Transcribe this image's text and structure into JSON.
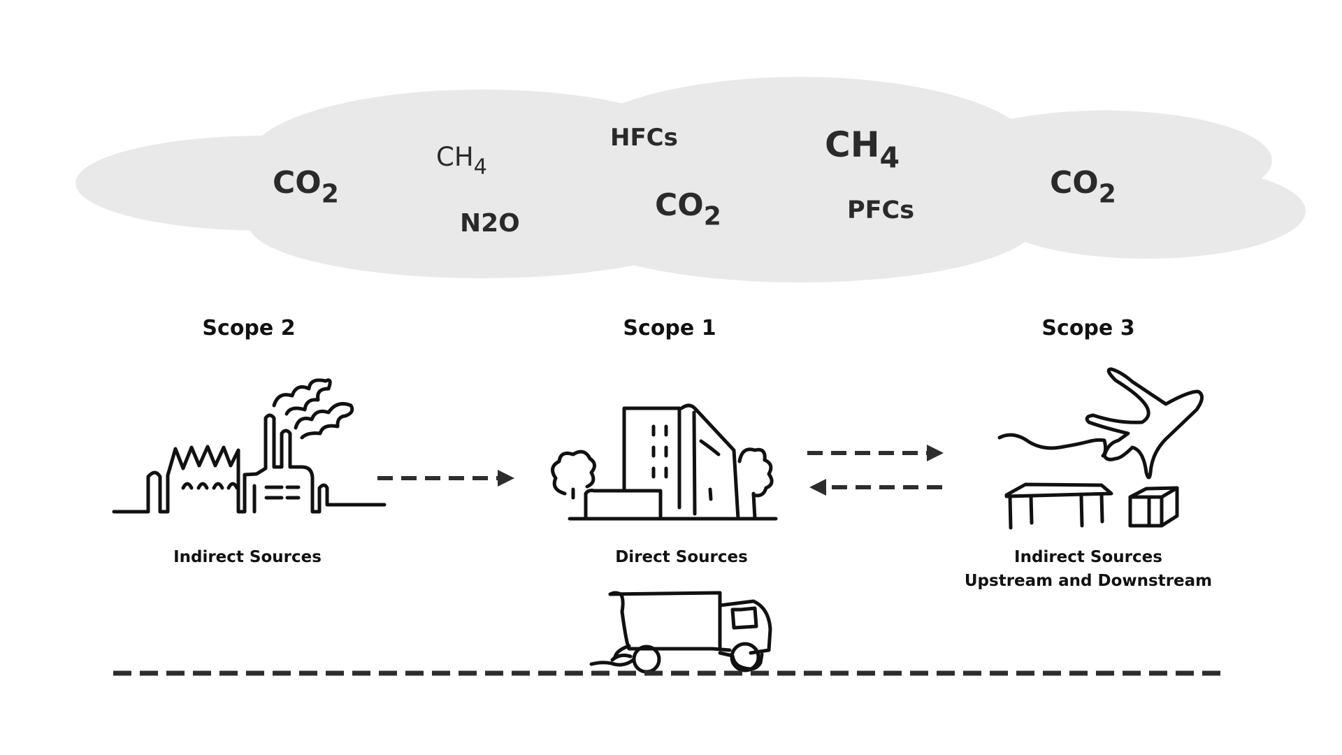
{
  "cloud": {
    "color": "#e9e9e9",
    "gases": [
      {
        "id": "co2-left",
        "base": "CO",
        "sub": "2"
      },
      {
        "id": "ch4-small",
        "base": "CH",
        "sub": "4"
      },
      {
        "id": "n2o",
        "base": "N2O",
        "sub": ""
      },
      {
        "id": "hfcs",
        "base": "HFCs",
        "sub": ""
      },
      {
        "id": "co2-center",
        "base": "CO",
        "sub": "2"
      },
      {
        "id": "ch4-large",
        "base": "CH",
        "sub": "4"
      },
      {
        "id": "pfcs",
        "base": "PFCs",
        "sub": ""
      },
      {
        "id": "co2-right",
        "base": "CO",
        "sub": "2"
      }
    ]
  },
  "scopes": {
    "scope2": {
      "title": "Scope 2",
      "caption_line1": "Indirect Sources"
    },
    "scope1": {
      "title": "Scope 1",
      "caption_line1": "Direct Sources"
    },
    "scope3": {
      "title": "Scope 3",
      "caption_line1": "Indirect  Sources",
      "caption_line2": "Upstream and Downstream"
    }
  },
  "icons": [
    "factory-icon",
    "office-building-icon",
    "airplane-icon",
    "table-icon",
    "box-icon",
    "truck-icon"
  ],
  "colors": {
    "ink": "#111111",
    "arrow": "#2d2d2d",
    "cloud": "#e9e9e9"
  }
}
